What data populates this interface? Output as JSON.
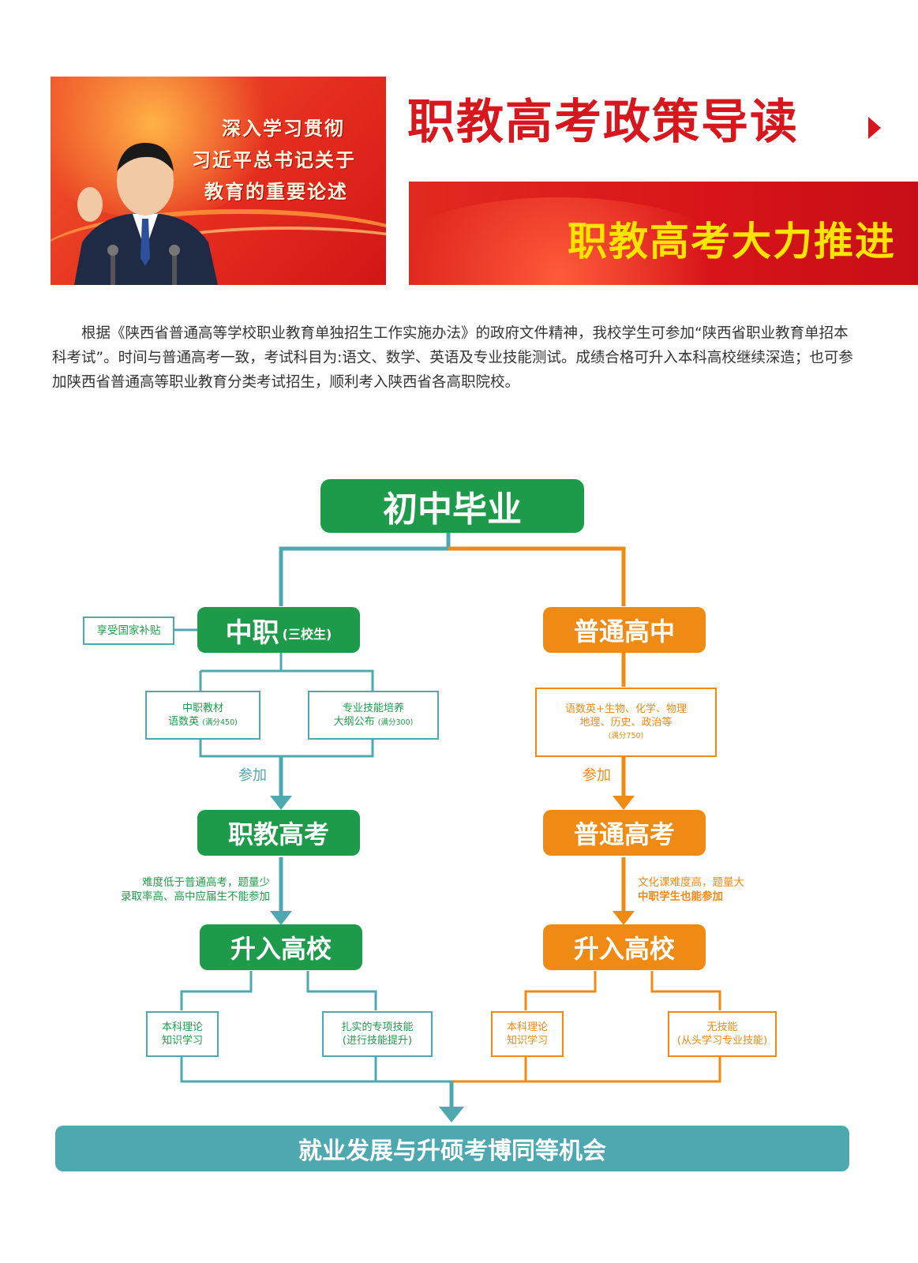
{
  "banner": {
    "line1": "深入学习贯彻",
    "line2": "习近平总书记关于",
    "line3": "教育的重要论述"
  },
  "header": {
    "title": "职教高考政策导读",
    "subtitle": "职教高考大力推进"
  },
  "intro": "根据《陕西省普通高等学校职业教育单独招生工作实施办法》的政府文件精神，我校学生可参加“陕西省职业教育单招本科考试”。时间与普通高考一致，考试科目为:语文、数学、英语及专业技能测试。成绩合格可升入本科高校继续深造；也可参加陕西省普通高等职业教育分类考试招生，顺利考入陕西省各高职院校。",
  "flow": {
    "start": "初中毕业",
    "left": {
      "node": "中职",
      "node_sub": "(三校生)",
      "side_note": "享受国家补贴",
      "course_a_l1": "中职教材",
      "course_a_l2": "语数英",
      "course_a_score": "(满分450)",
      "course_b_l1": "专业技能培养",
      "course_b_l2": "大纲公布",
      "course_b_score": "(满分300)",
      "join": "参加",
      "exam": "职教高考",
      "exam_note_l1": "难度低于普通高考，题量少",
      "exam_note_l2": "录取率高、高中应届生不能参加",
      "admit": "升入高校",
      "out_a_l1": "本科理论",
      "out_a_l2": "知识学习",
      "out_b_l1": "扎实的专项技能",
      "out_b_l2": "(进行技能提升)"
    },
    "right": {
      "node": "普通高中",
      "courses_l1": "语数英+生物、化学、物理",
      "courses_l2": "地理、历史、政治等",
      "courses_score": "(满分750)",
      "join": "参加",
      "exam": "普通高考",
      "exam_note_l1": "文化课难度高，题量大",
      "exam_note_l2": "中职学生也能参加",
      "admit": "升入高校",
      "out_a_l1": "本科理论",
      "out_a_l2": "知识学习",
      "out_b_l1": "无技能",
      "out_b_l2": "(从头学习专业技能)"
    },
    "end": "就业发展与升硕考博同等机会"
  },
  "colors": {
    "green": "#1e9b4a",
    "orange": "#ef8a14",
    "teal": "#4ea8b0",
    "red": "#d6171d",
    "yellow": "#ffe400"
  }
}
